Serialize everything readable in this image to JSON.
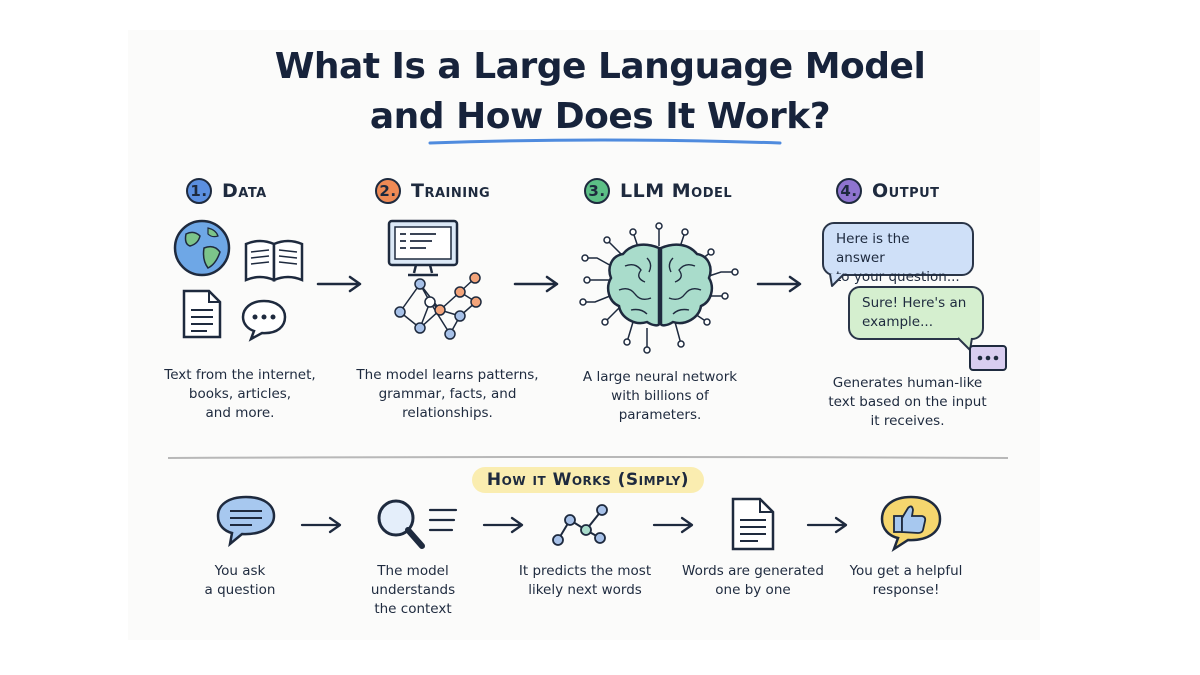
{
  "title": {
    "line1": "What Is a Large Language Model",
    "line2": "and How Does It Work?"
  },
  "colors": {
    "step1": "#5b8fe0",
    "step2": "#ef8a55",
    "step3": "#5cbf86",
    "step4": "#8e74cf",
    "ink": "#1e2a3e",
    "highlight": "#faedb0",
    "underline": "#4f8bde"
  },
  "steps": [
    {
      "number": "1.",
      "label": "Data",
      "description": "Text from the internet,\nbooks, articles,\nand more.",
      "icons": [
        "globe-icon",
        "book-icon",
        "document-icon",
        "chat-bubble-icon"
      ]
    },
    {
      "number": "2.",
      "label": "Training",
      "description": "The model learns patterns,\ngrammar, facts, and\nrelationships.",
      "icons": [
        "monitor-icon",
        "neural-network-icon"
      ]
    },
    {
      "number": "3.",
      "label": "LLM Model",
      "description": "A large neural network\nwith billions of\nparameters.",
      "icons": [
        "brain-circuit-icon"
      ]
    },
    {
      "number": "4.",
      "label": "Output",
      "description": "Generates human-like\ntext based on the input\nit receives.",
      "icons": [
        "chat-bubble-icon"
      ]
    }
  ],
  "output_bubbles": [
    "Here is the answer\nto your question...",
    "Sure! Here's an\nexample..."
  ],
  "how_it_works": {
    "heading": "How it Works (Simply)",
    "steps": [
      {
        "text": "You ask\na question",
        "icon": "chat-bubble-icon"
      },
      {
        "text": "The model understands\nthe context",
        "icon": "magnifier-icon"
      },
      {
        "text": "It predicts the most\nlikely next words",
        "icon": "connected-nodes-icon"
      },
      {
        "text": "Words are generated\none by one",
        "icon": "document-icon"
      },
      {
        "text": "You get a helpful\nresponse!",
        "icon": "thumbs-up-icon"
      }
    ]
  }
}
